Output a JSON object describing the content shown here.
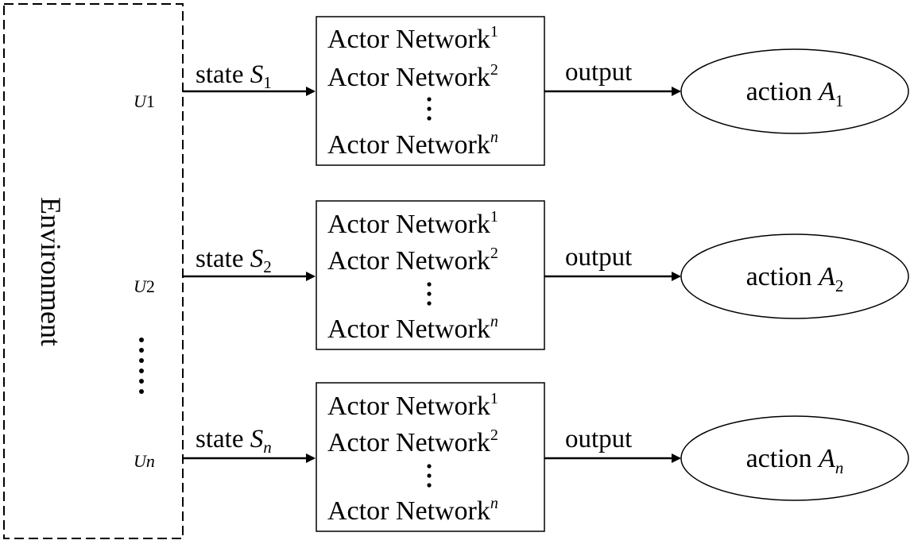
{
  "environment": {
    "label": "Environment",
    "vertical_ellipsis": "⋮"
  },
  "rows": [
    {
      "unit": {
        "letter": "U",
        "index": "1"
      },
      "state": {
        "word": "state",
        "symbol": "S",
        "subscript": "1"
      },
      "networks": [
        {
          "label": "Actor Network",
          "sup": "1"
        },
        {
          "label": "Actor Network",
          "sup": "2"
        },
        {
          "label": "Actor Network",
          "sup": "n"
        }
      ],
      "output_label": "output",
      "action": {
        "word": "action",
        "symbol": "A",
        "subscript": "1"
      }
    },
    {
      "unit": {
        "letter": "U",
        "index": "2"
      },
      "state": {
        "word": "state",
        "symbol": "S",
        "subscript": "2"
      },
      "networks": [
        {
          "label": "Actor Network",
          "sup": "1"
        },
        {
          "label": "Actor Network",
          "sup": "2"
        },
        {
          "label": "Actor Network",
          "sup": "n"
        }
      ],
      "output_label": "output",
      "action": {
        "word": "action",
        "symbol": "A",
        "subscript": "2"
      }
    },
    {
      "unit": {
        "letter": "U",
        "index": "n"
      },
      "state": {
        "word": "state",
        "symbol": "S",
        "subscript": "n"
      },
      "networks": [
        {
          "label": "Actor Network",
          "sup": "1"
        },
        {
          "label": "Actor Network",
          "sup": "2"
        },
        {
          "label": "Actor Network",
          "sup": "n"
        }
      ],
      "output_label": "output",
      "action": {
        "word": "action",
        "symbol": "A",
        "subscript": "n"
      }
    }
  ]
}
